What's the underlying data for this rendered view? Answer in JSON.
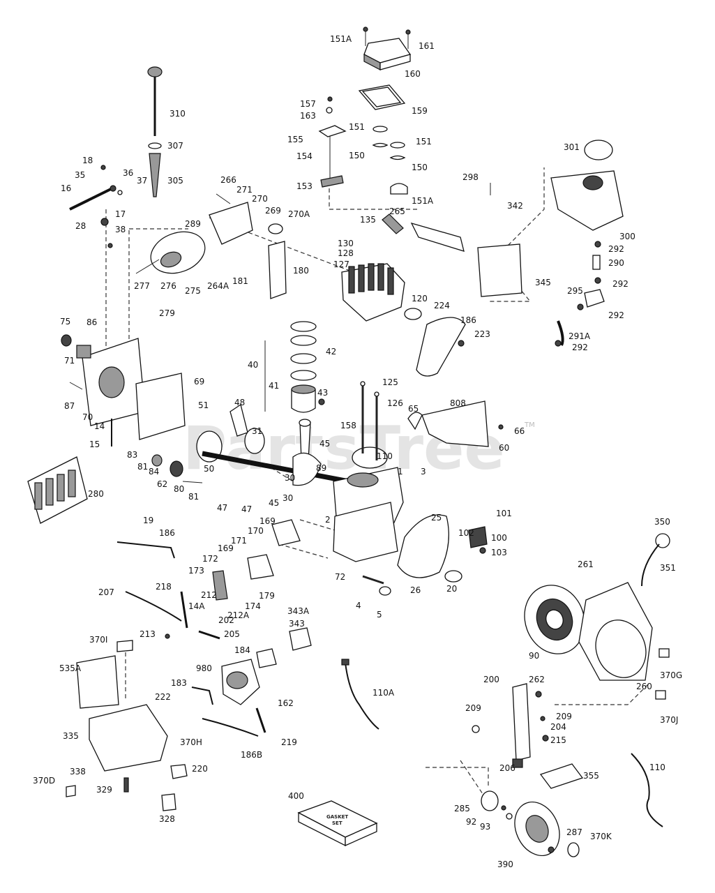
{
  "watermark": {
    "text": "PartsTree",
    "trademark": "TM"
  },
  "gasket_box": {
    "line1": "GASKET",
    "line2": "SET"
  },
  "labels": {
    "p151A_top": "151A",
    "p161": "161",
    "p160": "160",
    "p159": "159",
    "p157": "157",
    "p163": "163",
    "p151a": "151",
    "p151b": "151",
    "p155": "155",
    "p154": "154",
    "p150a": "150",
    "p150b": "150",
    "p153": "153",
    "p151A_bot": "151A",
    "p310": "310",
    "p307": "307",
    "p305": "305",
    "p18": "18",
    "p35": "35",
    "p36": "36",
    "p37": "37",
    "p16": "16",
    "p17": "17",
    "p28": "28",
    "p38": "38",
    "p266": "266",
    "p271": "271",
    "p270": "270",
    "p269": "269",
    "p270A": "270A",
    "p289": "289",
    "p277": "277",
    "p276": "276",
    "p275": "275",
    "p264A": "264A",
    "p181": "181",
    "p180": "180",
    "p279": "279",
    "p135": "135",
    "p265": "265",
    "p130": "130",
    "p128": "128",
    "p127": "127",
    "p120": "120",
    "p224": "224",
    "p186": "186",
    "p223": "223",
    "p298": "298",
    "p301": "301",
    "p342": "342",
    "p300": "300",
    "p292a": "292",
    "p290": "290",
    "p292b": "292",
    "p295": "295",
    "p292c": "292",
    "p291A": "291A",
    "p292d": "292",
    "p345": "345",
    "p75": "75",
    "p86": "86",
    "p71": "71",
    "p69": "69",
    "p87": "87",
    "p70": "70",
    "p14": "14",
    "p15": "15",
    "p40": "40",
    "p42": "42",
    "p41": "41",
    "p43": "43",
    "p48": "48",
    "p51": "51",
    "p31": "31",
    "p45a": "45",
    "p125": "125",
    "p126": "126",
    "p158": "158",
    "p65": "65",
    "p808": "808",
    "p66": "66",
    "p60": "60",
    "p110": "110",
    "p1": "1",
    "p3": "3",
    "p83": "83",
    "p81a": "81",
    "p84": "84",
    "p62": "62",
    "p50": "50",
    "p80": "80",
    "p81b": "81",
    "p89": "89",
    "p30a": "30",
    "p280": "280",
    "p47a": "47",
    "p47b": "47",
    "p45b": "45",
    "p30b": "30",
    "p2": "2",
    "p101": "101",
    "p25": "25",
    "p102": "102",
    "p100": "100",
    "p103": "103",
    "p19": "19",
    "p186_rod": "186",
    "p169a": "169",
    "p171": "171",
    "p170": "170",
    "p169b": "169",
    "p172": "172",
    "p173": "173",
    "p72": "72",
    "p207": "207",
    "p218": "218",
    "p212": "212",
    "p179": "179",
    "p174": "174",
    "p212A": "212A",
    "p14A": "14A",
    "p202": "202",
    "p213": "213",
    "p205": "205",
    "p4": "4",
    "p5": "5",
    "p26": "26",
    "p20": "20",
    "p343A": "343A",
    "p343": "343",
    "p370I": "370I",
    "p184": "184",
    "p535A": "535A",
    "p980": "980",
    "p183": "183",
    "p222": "222",
    "p162": "162",
    "p110A": "110A",
    "p335": "335",
    "p219": "219",
    "p186B": "186B",
    "p370H": "370H",
    "p338": "338",
    "p220": "220",
    "p370D": "370D",
    "p329": "329",
    "p328": "328",
    "p400": "400",
    "p350": "350",
    "p261": "261",
    "p351": "351",
    "p90": "90",
    "p370G": "370G",
    "p260": "260",
    "p200": "200",
    "p262": "262",
    "p370J": "370J",
    "p209a": "209",
    "p209b": "209",
    "p204": "204",
    "p215": "215",
    "p206": "206",
    "p355": "355",
    "p110_wire": "110",
    "p285": "285",
    "p92": "92",
    "p93": "93",
    "p287": "287",
    "p370K": "370K",
    "p390": "390"
  }
}
